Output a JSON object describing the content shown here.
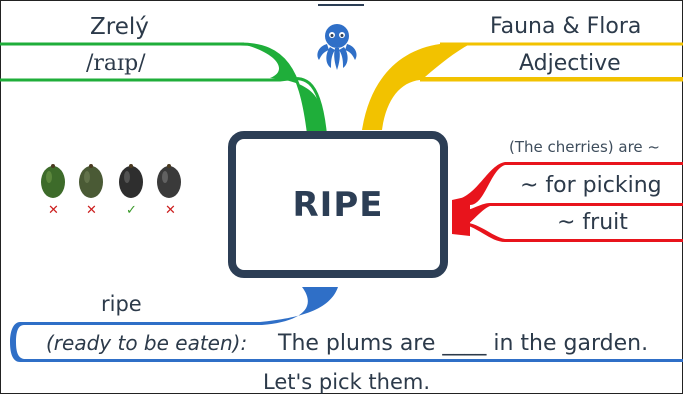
{
  "center": {
    "title": "RIPE"
  },
  "top_left": {
    "word": "Zrelý",
    "ipa": "/raɪp/"
  },
  "top_right": {
    "category": "Fauna & Flora",
    "part_of_speech": "Adjective"
  },
  "right": {
    "intro": "(The cherries) are ~",
    "collocations": [
      "~ for picking",
      "~ fruit"
    ]
  },
  "bottom": {
    "word": "ripe",
    "definition": "(ready to be eaten):",
    "example": "The plums are ____ in the garden.",
    "example_2": "Let's pick them."
  },
  "fruits": {
    "marks": [
      "✕",
      "✕",
      "✓",
      "✕"
    ],
    "colors": [
      "#3d6b2a",
      "#4a5a35",
      "#2e2e2e",
      "#3a3a3a"
    ]
  },
  "branch_colors": {
    "green": "#1fae3a",
    "yellow": "#f2c200",
    "red": "#e8141c",
    "blue": "#2f6fc7"
  },
  "icons": {
    "logo": "octopus-icon"
  }
}
